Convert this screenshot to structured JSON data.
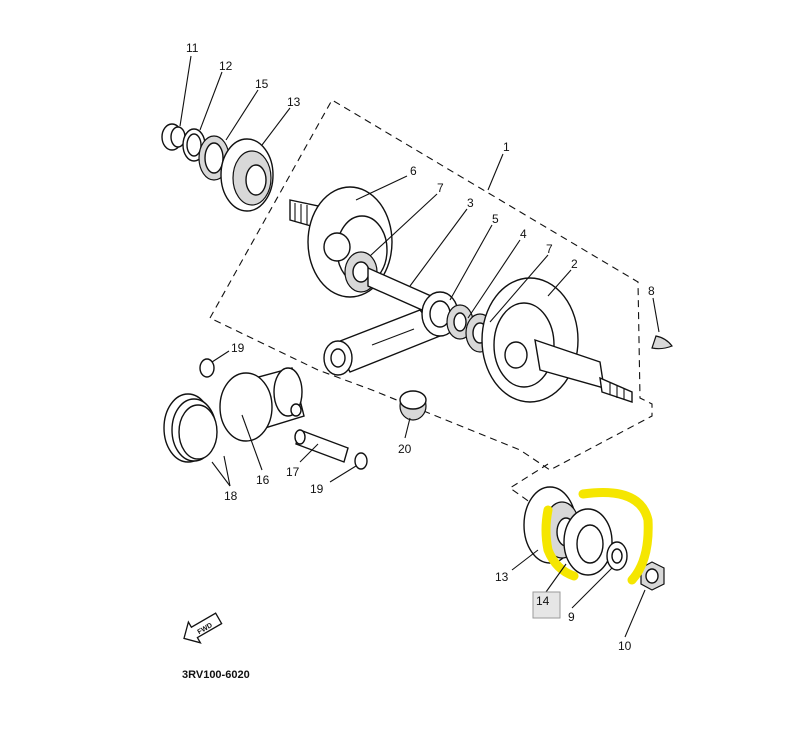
{
  "diagram_code": "3RV100-6020",
  "fwd_label": "FWD",
  "highlight_color": "#f5e600",
  "callouts": {
    "c1": "1",
    "c2": "2",
    "c3": "3",
    "c4": "4",
    "c5": "5",
    "c6": "6",
    "c7a": "7",
    "c7b": "7",
    "c8": "8",
    "c9": "9",
    "c10": "10",
    "c11": "11",
    "c12": "12",
    "c13a": "13",
    "c13b": "13",
    "c14": "14",
    "c15": "15",
    "c16": "16",
    "c17": "17",
    "c18": "18",
    "c19a": "19",
    "c19b": "19",
    "c20": "20"
  }
}
